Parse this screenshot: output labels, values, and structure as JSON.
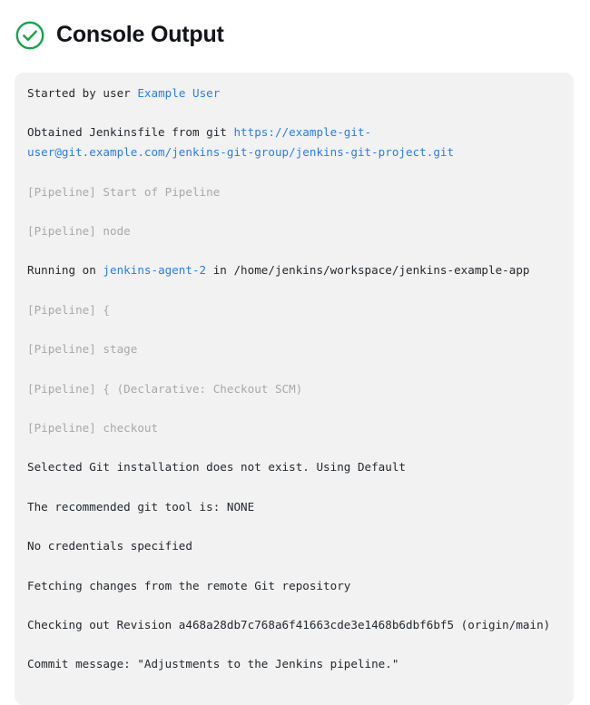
{
  "header": {
    "title": "Console Output",
    "status_icon": "check-circle-icon",
    "status_color": "#16a34a"
  },
  "colors": {
    "panel_background": "#f2f2f2",
    "page_background": "#ffffff",
    "text": "#24292f",
    "muted_text": "#a8a8a8",
    "link": "#2b7de9",
    "success_green": "#16a34a"
  },
  "console": {
    "lines": [
      {
        "id": "started-by-user",
        "style": "normal",
        "segments": [
          {
            "text": "Started by user ",
            "kind": "text"
          },
          {
            "text": "Example User",
            "kind": "link"
          }
        ]
      },
      {
        "id": "obtained-jenkinsfile",
        "style": "normal",
        "segments": [
          {
            "text": "Obtained Jenkinsfile from git ",
            "kind": "text"
          },
          {
            "text": "https://example-git-user@git.example.com/jenkins-git-group/jenkins-git-project.git",
            "kind": "link"
          }
        ]
      },
      {
        "id": "pipeline-start-of-pipeline",
        "style": "muted",
        "segments": [
          {
            "text": "[Pipeline] Start of Pipeline",
            "kind": "text"
          }
        ]
      },
      {
        "id": "pipeline-node",
        "style": "muted",
        "segments": [
          {
            "text": "[Pipeline] node",
            "kind": "text"
          }
        ]
      },
      {
        "id": "running-on-agent",
        "style": "normal",
        "segments": [
          {
            "text": "Running on ",
            "kind": "text"
          },
          {
            "text": "jenkins-agent-2",
            "kind": "link"
          },
          {
            "text": " in /home/jenkins/workspace/jenkins-example-app",
            "kind": "text"
          }
        ]
      },
      {
        "id": "pipeline-open-brace",
        "style": "muted",
        "segments": [
          {
            "text": "[Pipeline] {",
            "kind": "text"
          }
        ]
      },
      {
        "id": "pipeline-stage",
        "style": "muted",
        "segments": [
          {
            "text": "[Pipeline] stage",
            "kind": "text"
          }
        ]
      },
      {
        "id": "pipeline-declarative-checkout-scm",
        "style": "muted",
        "segments": [
          {
            "text": "[Pipeline] { (Declarative: Checkout SCM)",
            "kind": "text"
          }
        ]
      },
      {
        "id": "pipeline-checkout",
        "style": "muted",
        "segments": [
          {
            "text": "[Pipeline] checkout",
            "kind": "text"
          }
        ]
      },
      {
        "id": "selected-git-installation",
        "style": "normal",
        "segments": [
          {
            "text": "Selected Git installation does not exist. Using Default",
            "kind": "text"
          }
        ]
      },
      {
        "id": "recommended-git-tool",
        "style": "normal",
        "segments": [
          {
            "text": "The recommended git tool is: NONE",
            "kind": "text"
          }
        ]
      },
      {
        "id": "no-credentials-specified",
        "style": "normal",
        "segments": [
          {
            "text": "No credentials specified",
            "kind": "text"
          }
        ]
      },
      {
        "id": "fetching-changes",
        "style": "normal",
        "segments": [
          {
            "text": "Fetching changes from the remote Git repository",
            "kind": "text"
          }
        ]
      },
      {
        "id": "checking-out-revision",
        "style": "normal",
        "segments": [
          {
            "text": "Checking out Revision a468a28db7c768a6f41663cde3e1468b6dbf6bf5 (origin/main)",
            "kind": "text"
          }
        ]
      },
      {
        "id": "commit-message",
        "style": "normal",
        "segments": [
          {
            "text": "Commit message: \"Adjustments to the Jenkins pipeline.\"",
            "kind": "text"
          }
        ]
      }
    ]
  }
}
